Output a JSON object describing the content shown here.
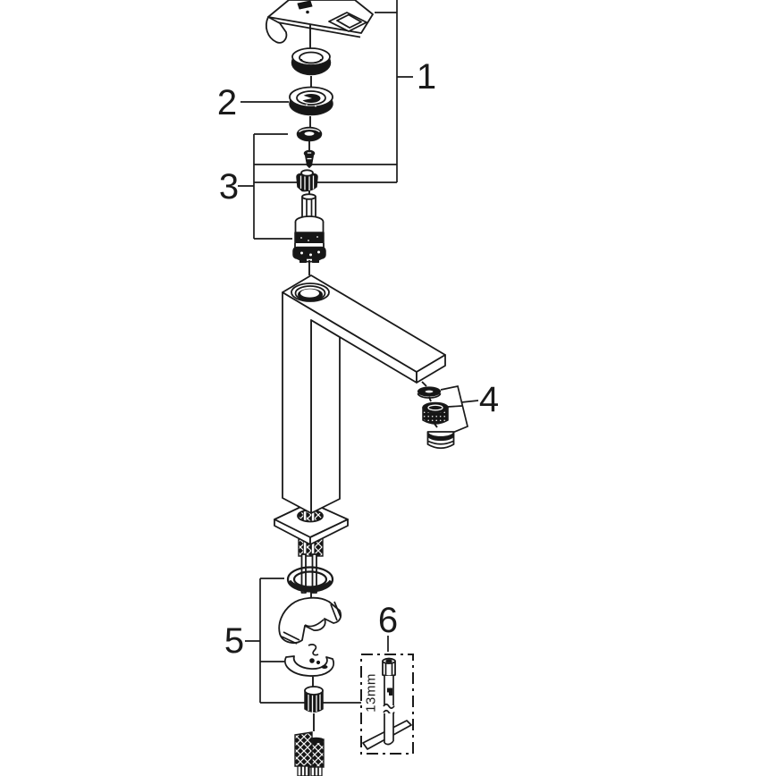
{
  "diagram": {
    "title": "exploded-parts-diagram",
    "subject": "single-lever-basin-mixer-faucet",
    "background_color": "#ffffff",
    "line_color": "#1a1a1a",
    "callouts": [
      {
        "label": "1",
        "part": "lever-handle-assembly"
      },
      {
        "label": "2",
        "part": "escutcheon-ring"
      },
      {
        "label": "3",
        "part": "cartridge-assembly"
      },
      {
        "label": "4",
        "part": "aerator-mousseur-set"
      },
      {
        "label": "5",
        "part": "fastening-mounting-set"
      },
      {
        "label": "6",
        "part": "socket-wrench-tool"
      }
    ],
    "annotations": {
      "tool_size": "13mm"
    }
  }
}
